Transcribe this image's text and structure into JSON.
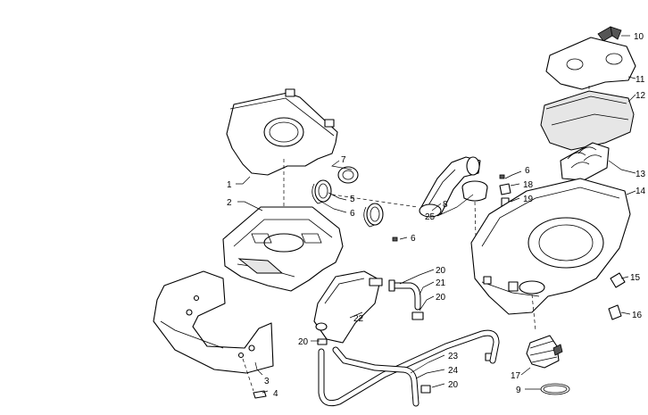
{
  "callouts": {
    "c1": "1",
    "c2": "2",
    "c3": "3",
    "c4": "4",
    "c5": "5",
    "c6a": "6",
    "c6b": "6",
    "c6c": "6",
    "c7": "7",
    "c8": "8",
    "c9": "9",
    "c10": "10",
    "c11": "11",
    "c12": "12",
    "c13": "13",
    "c14": "14",
    "c15": "15",
    "c16": "16",
    "c17": "17",
    "c18": "18",
    "c19": "19",
    "c20a": "20",
    "c20b": "20",
    "c20c": "20",
    "c20d": "20",
    "c21": "21",
    "c22": "22",
    "c23": "23",
    "c24": "24",
    "c25": "25"
  }
}
